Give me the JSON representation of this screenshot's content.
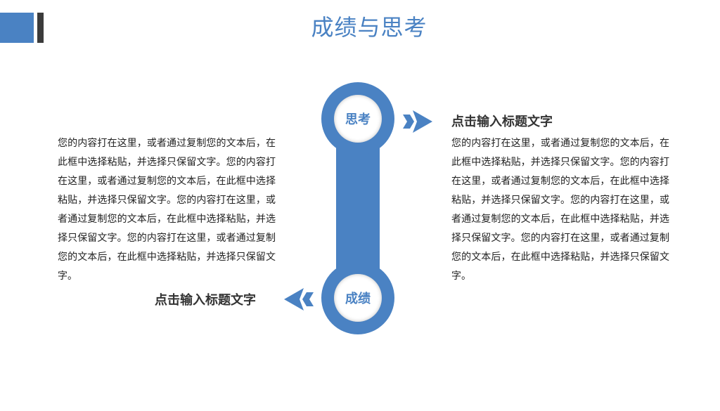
{
  "slide": {
    "title": "成绩与思考"
  },
  "right_section": {
    "heading": "点击输入标题文字",
    "body": "您的内容打在这里，或者通过复制您的文本后，在此框中选择粘贴，并选择只保留文字。您的内容打在这里，或者通过复制您的文本后，在此框中选择粘贴，并选择只保留文字。您的内容打在这里，或者通过复制您的文本后，在此框中选择粘贴，并选择只保留文字。您的内容打在这里，或者通过复制您的文本后，在此框中选择粘贴，并选择只保留文字。"
  },
  "left_section": {
    "heading": "点击输入标题文字",
    "body": "您的内容打在这里，或者通过复制您的文本后，在此框中选择粘贴，并选择只保留文字。您的内容打在这里，或者通过复制您的文本后，在此框中选择粘贴，并选择只保留文字。您的内容打在这里，或者通过复制您的文本后，在此框中选择粘贴，并选择只保留文字。您的内容打在这里，或者通过复制您的文本后，在此框中选择粘贴，并选择只保留文字。"
  },
  "rings": {
    "top_label": "思考",
    "bottom_label": "成绩"
  },
  "colors": {
    "accent": "#4a82c3",
    "dark_bar": "#3b3b3b",
    "text": "#222222"
  },
  "icons": {
    "right_arrow": "double-chevron-right-icon",
    "left_arrow": "double-chevron-left-icon"
  }
}
